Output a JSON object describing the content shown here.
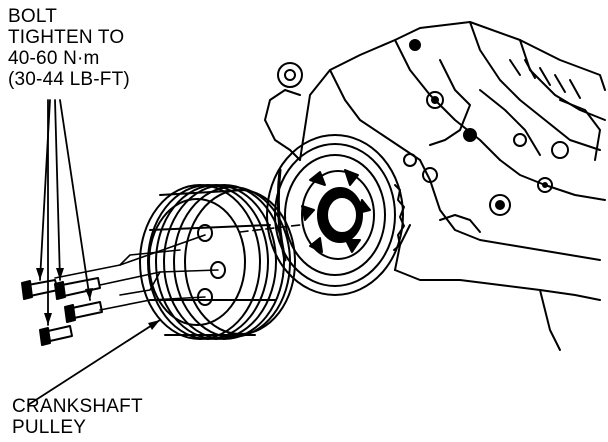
{
  "callouts": {
    "bolt": {
      "line1": "BOLT",
      "line2": "TIGHTEN TO",
      "line3": "40-60 N·m",
      "line4": "(30-44 LB-FT)"
    },
    "pulley": {
      "line1": "CRANKSHAFT",
      "line2": "PULLEY"
    }
  },
  "colors": {
    "ink": "#000000",
    "paper": "#ffffff"
  }
}
